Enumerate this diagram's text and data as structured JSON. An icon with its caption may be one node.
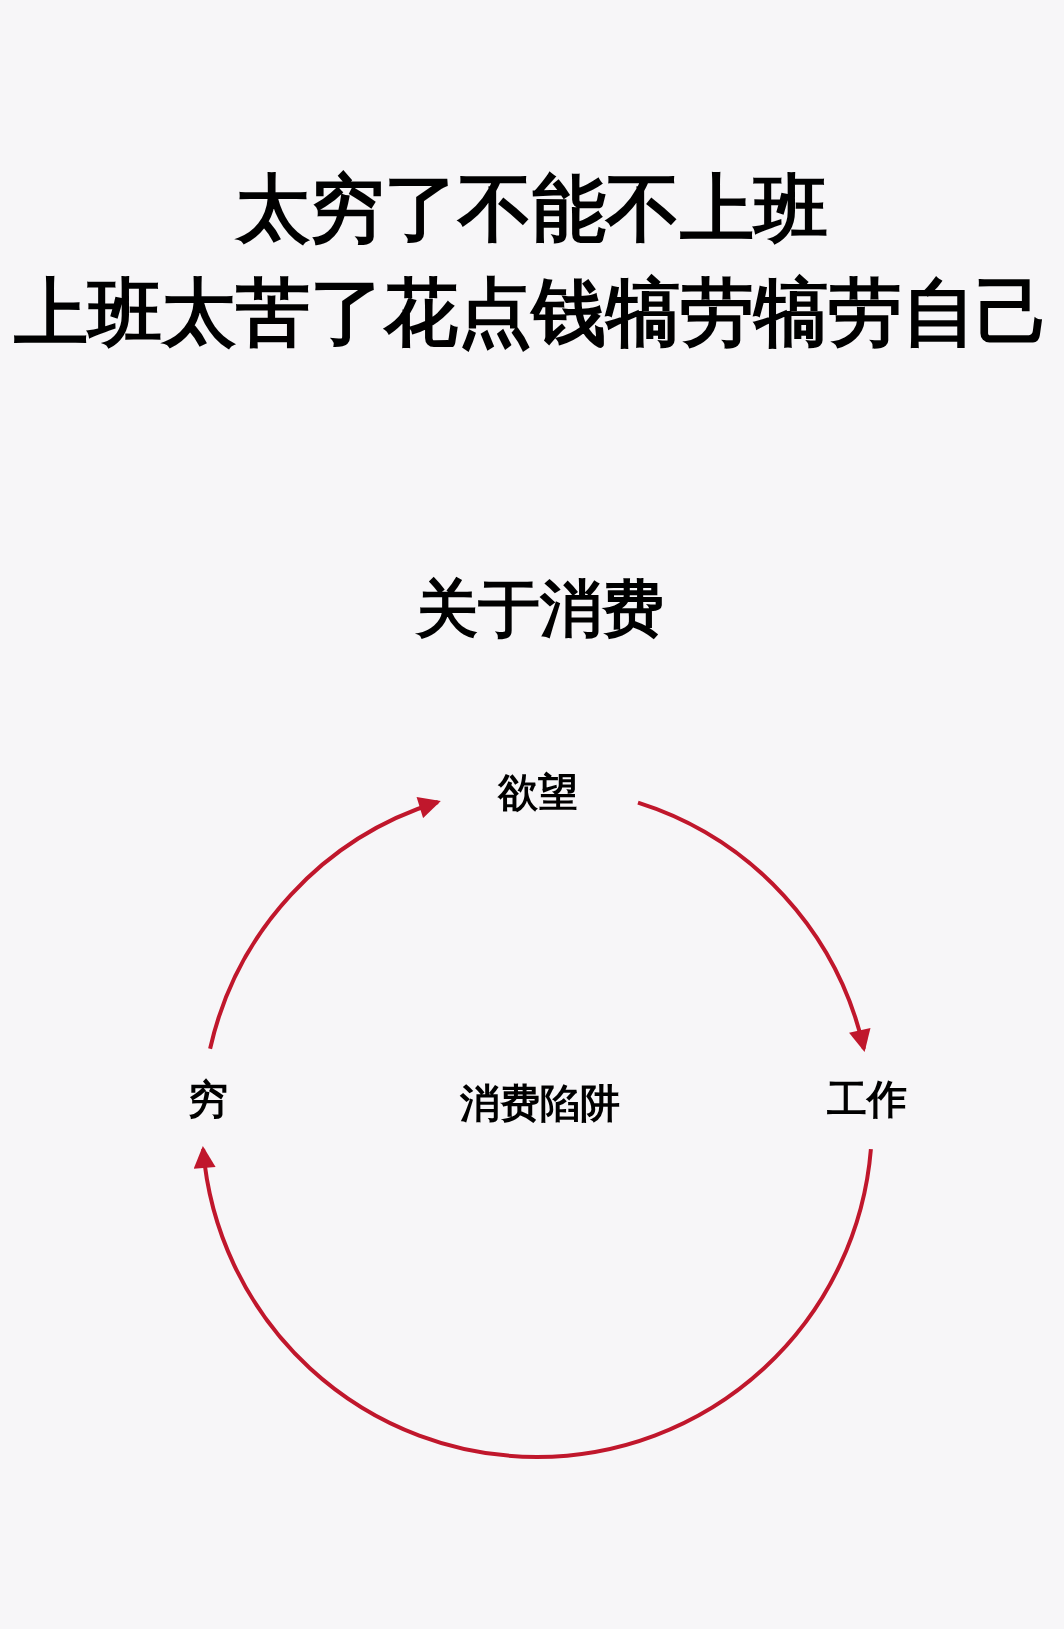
{
  "diagram": {
    "title": "关于消费",
    "nodes": [
      {
        "text": [
          "欲望"
        ]
      },
      {
        "text": [
          "工作"
        ]
      },
      {
        "text": [
          "穷"
        ]
      }
    ],
    "edges": [
      {
        "from": 2,
        "to": 0,
        "arrow": "to"
      },
      {
        "from": 0,
        "to": 1,
        "arrow": "to"
      },
      {
        "from": 1,
        "to": 2,
        "arrow": "to"
      }
    ],
    "labels": [
      "太穷了不能不上班",
      "上班太苦了花点钱犒劳犒劳自己",
      "消费陷阱"
    ]
  }
}
